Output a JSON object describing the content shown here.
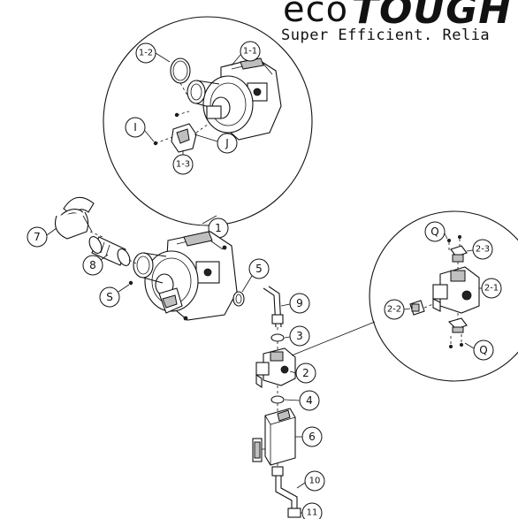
{
  "brand": {
    "eco": "eco",
    "tough": "TOUGH",
    "tagline": "Super Efficient. Relia"
  },
  "callouts": {
    "c1": "1",
    "c1_1": "1-1",
    "c1_2": "1-2",
    "c1_3": "1-3",
    "cI": "I",
    "cJ": "J",
    "c2": "2",
    "c2_1": "2-1",
    "c2_2": "2-2",
    "c2_3": "2-3",
    "cQ1": "Q",
    "cQ2": "Q",
    "c3": "3",
    "c4": "4",
    "c5": "5",
    "c6": "6",
    "c7": "7",
    "c8": "8",
    "c9": "9",
    "c10": "10",
    "c11": "11",
    "cS": "S"
  }
}
